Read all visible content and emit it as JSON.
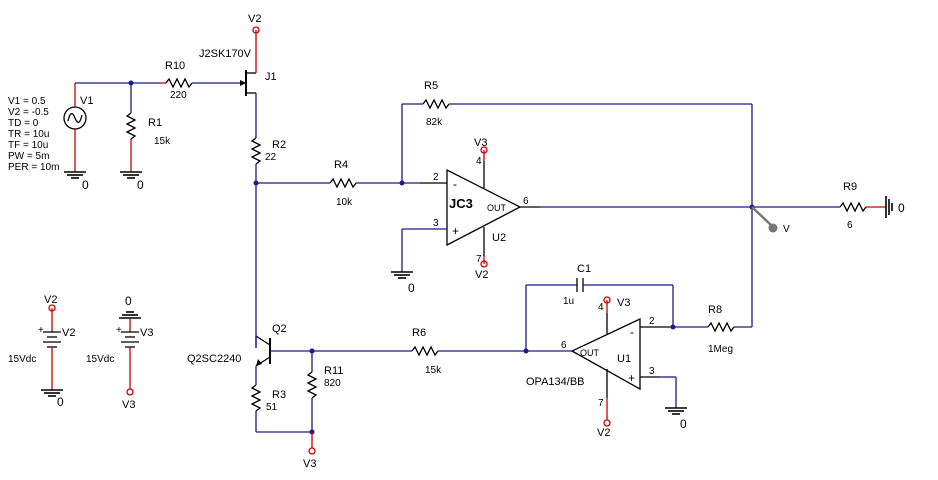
{
  "v1": {
    "name": "V1",
    "params": [
      "V1 = 0.5",
      "V2 = -0.5",
      "TD = 0",
      "TR = 10u",
      "TF = 10u",
      "PW = 5m",
      "PER = 10m"
    ]
  },
  "resistors": {
    "r1": {
      "name": "R1",
      "value": "15k"
    },
    "r2": {
      "name": "R2",
      "value": "22"
    },
    "r3": {
      "name": "R3",
      "value": "51"
    },
    "r4": {
      "name": "R4",
      "value": "10k"
    },
    "r5": {
      "name": "R5",
      "value": "82k"
    },
    "r6": {
      "name": "R6",
      "value": "15k"
    },
    "r8": {
      "name": "R8",
      "value": "1Meg"
    },
    "r9": {
      "name": "R9",
      "value": "6"
    },
    "r10": {
      "name": "R10",
      "value": "220"
    },
    "r11": {
      "name": "R11",
      "value": "820"
    }
  },
  "c1": {
    "name": "C1",
    "value": "1u"
  },
  "j1": {
    "name": "J1",
    "part": "J2SK170V"
  },
  "q2": {
    "name": "Q2",
    "part": "Q2SC2240"
  },
  "u2": {
    "name": "U2",
    "label": "JC3",
    "out": "OUT",
    "pin_minus": "2",
    "pin_plus": "3",
    "pin_vp": "4",
    "pin_vn": "7",
    "pin_out": "6"
  },
  "u1": {
    "name": "U1",
    "part": "OPA134/BB",
    "out": "OUT",
    "pin_minus": "2",
    "pin_plus": "3",
    "pin_vp": "4",
    "pin_vn": "7",
    "pin_out": "6"
  },
  "sources": {
    "v2": {
      "name": "V2",
      "value": "15Vdc"
    },
    "v3": {
      "name": "V3",
      "value": "15Vdc"
    }
  },
  "nets": {
    "v2": "V2",
    "v3": "V3",
    "gnd": "0"
  },
  "probe": "V",
  "polarity": {
    "plus": "+",
    "minus": "-"
  }
}
